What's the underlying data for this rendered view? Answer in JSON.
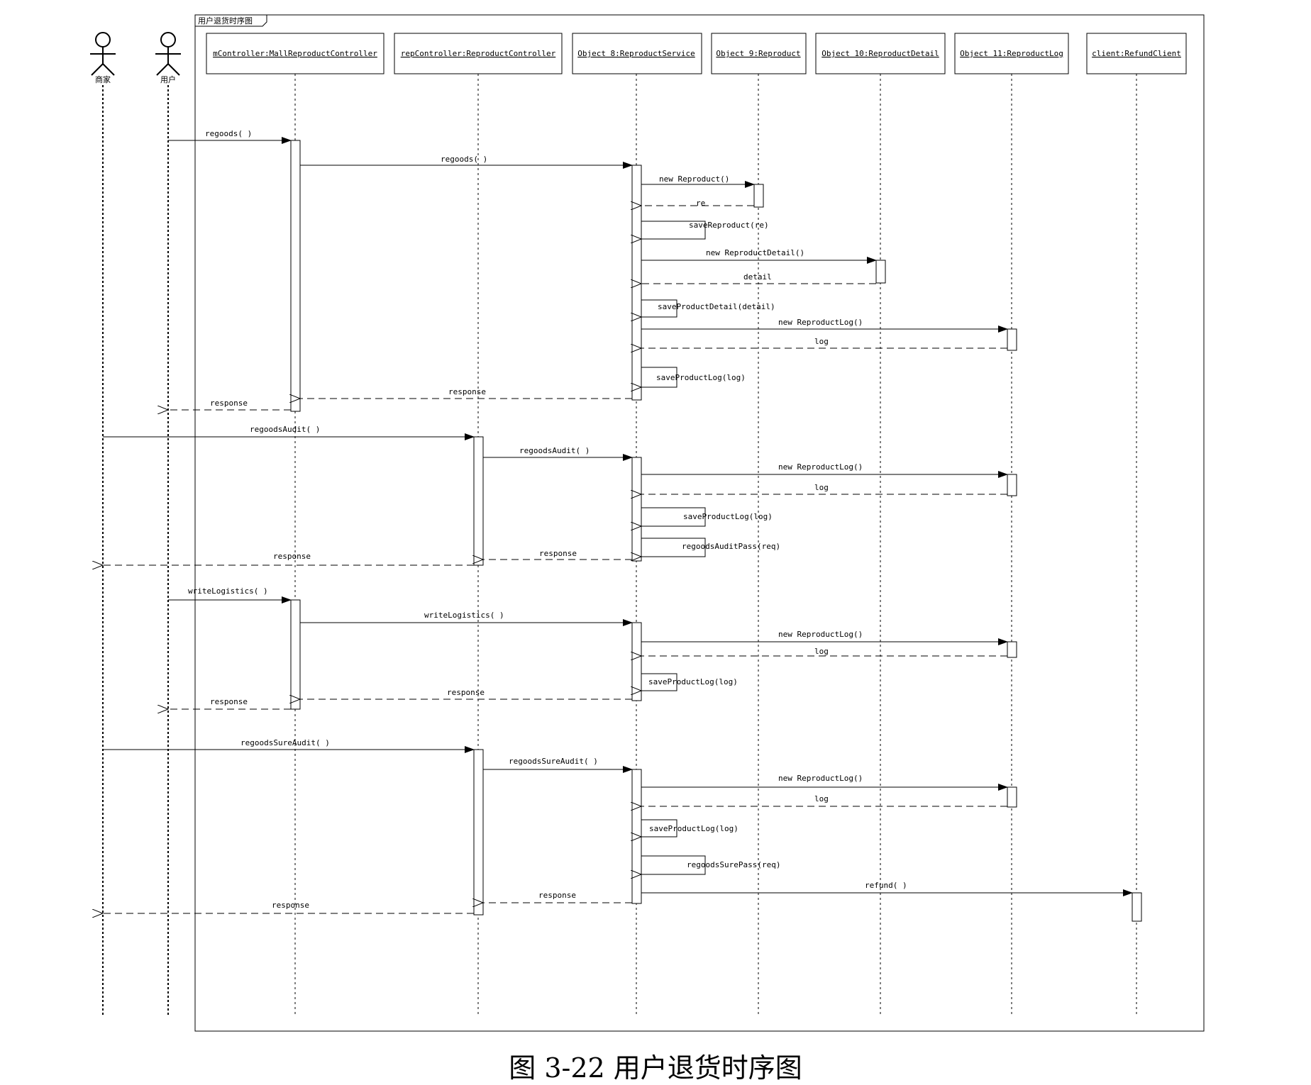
{
  "frame": {
    "title": "用户退货时序图"
  },
  "caption": "图 3-22  用户退货时序图",
  "actors": [
    {
      "id": "merchant",
      "label": "商家"
    },
    {
      "id": "user",
      "label": "用户"
    }
  ],
  "objects": [
    {
      "id": "mctrl",
      "label": "mController:MallReproductController"
    },
    {
      "id": "rctrl",
      "label": "repController:ReproductController"
    },
    {
      "id": "svc",
      "label": "Object 8:ReproductService"
    },
    {
      "id": "rep",
      "label": "Object 9:Reproduct"
    },
    {
      "id": "det",
      "label": "Object 10:ReproductDetail"
    },
    {
      "id": "log",
      "label": "Object 11:ReproductLog"
    },
    {
      "id": "client",
      "label": "client:RefundClient"
    }
  ],
  "messages": [
    {
      "from": "user",
      "to": "mctrl",
      "label": "regoods( )",
      "kind": "call"
    },
    {
      "from": "mctrl",
      "to": "svc",
      "label": "regoods( )",
      "kind": "call"
    },
    {
      "from": "svc",
      "to": "rep",
      "label": "new Reproduct()",
      "kind": "call"
    },
    {
      "from": "rep",
      "to": "svc",
      "label": "re",
      "kind": "return"
    },
    {
      "from": "svc",
      "to": "svc",
      "label": "saveReproduct(re)",
      "kind": "self"
    },
    {
      "from": "svc",
      "to": "det",
      "label": "new ReproductDetail()",
      "kind": "call"
    },
    {
      "from": "det",
      "to": "svc",
      "label": "detail",
      "kind": "return"
    },
    {
      "from": "svc",
      "to": "svc",
      "label": "saveProductDetail(detail)",
      "kind": "self"
    },
    {
      "from": "svc",
      "to": "log",
      "label": "new ReproductLog()",
      "kind": "call"
    },
    {
      "from": "log",
      "to": "svc",
      "label": "log",
      "kind": "return"
    },
    {
      "from": "svc",
      "to": "svc",
      "label": "saveProductLog(log)",
      "kind": "self"
    },
    {
      "from": "svc",
      "to": "mctrl",
      "label": "response",
      "kind": "return"
    },
    {
      "from": "mctrl",
      "to": "user",
      "label": "response",
      "kind": "return"
    },
    {
      "from": "merchant",
      "to": "rctrl",
      "label": "regoodsAudit( )",
      "kind": "call"
    },
    {
      "from": "rctrl",
      "to": "svc",
      "label": "regoodsAudit( )",
      "kind": "call"
    },
    {
      "from": "svc",
      "to": "log",
      "label": "new ReproductLog()",
      "kind": "call"
    },
    {
      "from": "log",
      "to": "svc",
      "label": "log",
      "kind": "return"
    },
    {
      "from": "svc",
      "to": "svc",
      "label": "saveProductLog(log)",
      "kind": "self"
    },
    {
      "from": "svc",
      "to": "svc",
      "label": "regoodsAuditPass(req)",
      "kind": "self"
    },
    {
      "from": "svc",
      "to": "rctrl",
      "label": "response",
      "kind": "return"
    },
    {
      "from": "rctrl",
      "to": "merchant",
      "label": "response",
      "kind": "return"
    },
    {
      "from": "user",
      "to": "mctrl",
      "label": "writeLogistics( )",
      "kind": "call"
    },
    {
      "from": "mctrl",
      "to": "svc",
      "label": "writeLogistics( )",
      "kind": "call"
    },
    {
      "from": "svc",
      "to": "log",
      "label": "new ReproductLog()",
      "kind": "call"
    },
    {
      "from": "log",
      "to": "svc",
      "label": "log",
      "kind": "return"
    },
    {
      "from": "svc",
      "to": "svc",
      "label": "saveProductLog(log)",
      "kind": "self"
    },
    {
      "from": "svc",
      "to": "mctrl",
      "label": "response",
      "kind": "return"
    },
    {
      "from": "mctrl",
      "to": "user",
      "label": "response",
      "kind": "return"
    },
    {
      "from": "merchant",
      "to": "rctrl",
      "label": "regoodsSureAudit( )",
      "kind": "call"
    },
    {
      "from": "rctrl",
      "to": "svc",
      "label": "regoodsSureAudit( )",
      "kind": "call"
    },
    {
      "from": "svc",
      "to": "log",
      "label": "new ReproductLog()",
      "kind": "call"
    },
    {
      "from": "log",
      "to": "svc",
      "label": "log",
      "kind": "return"
    },
    {
      "from": "svc",
      "to": "svc",
      "label": "saveProductLog(log)",
      "kind": "self"
    },
    {
      "from": "svc",
      "to": "svc",
      "label": "regoodsSurePass(req)",
      "kind": "self"
    },
    {
      "from": "svc",
      "to": "client",
      "label": "refund( )",
      "kind": "call"
    },
    {
      "from": "svc",
      "to": "rctrl",
      "label": "response",
      "kind": "return"
    },
    {
      "from": "rctrl",
      "to": "merchant",
      "label": "response",
      "kind": "return"
    }
  ]
}
